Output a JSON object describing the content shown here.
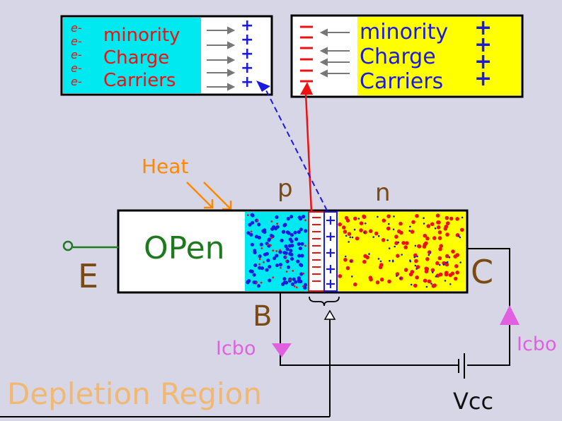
{
  "left_box": {
    "electrons": [
      "e-",
      "e-",
      "e-",
      "e-",
      "e-"
    ],
    "lines": [
      "minority",
      "Charge",
      "Carriers"
    ],
    "colors": {
      "background": "#00e8f0",
      "text": "#ee1111"
    }
  },
  "right_box": {
    "lines": [
      "minority",
      "Charge",
      "Carriers"
    ],
    "plus_signs": [
      "+",
      "+",
      "+",
      "+"
    ],
    "colors": {
      "background": "#ffff00",
      "text": "#1a1ae0"
    }
  },
  "labels": {
    "heat": "Heat",
    "p_region": "p",
    "n_region": "n",
    "open": "OPen",
    "emitter": "E",
    "collector": "C",
    "base": "B",
    "icbo_left": "Icbo",
    "icbo_right": "Icbo",
    "vcc": "Vcc",
    "depletion_region": "Depletion Region"
  },
  "colors": {
    "background": "#d6d6e6",
    "p_region": "#00e8f0",
    "n_region": "#ffff00",
    "heat": "#ff8800",
    "open_text": "#1e7a1e",
    "terminal_label": "#7a4a14",
    "icbo": "#e060e0",
    "depletion_label": "#f0b870",
    "minus": "#ee1111",
    "plus": "#1a1ae0"
  }
}
